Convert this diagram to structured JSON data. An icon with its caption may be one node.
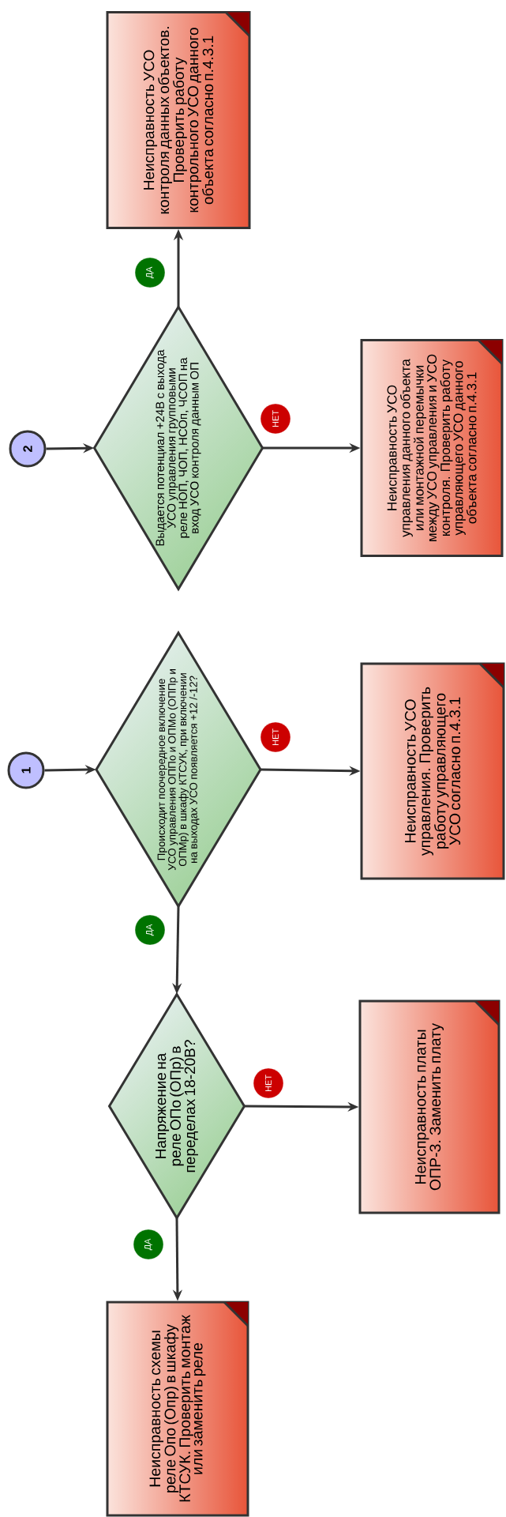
{
  "diagram": {
    "nodes": [
      {
        "text": [
          "2"
        ]
      },
      {
        "text": [
          "Выдается потенциал +24В с выхода УСО управления групповыми реле НОП, ЧОП, НСОп, ЧСОП на вход УСО контроля данным ОП"
        ]
      },
      {
        "text": [
          "Неисправность УСО контроля данных объектов. Проверить работу контрольного УСО данного объекта согласно п.4.3.1"
        ]
      },
      {
        "text": [
          "Неисправность УСО управления данного объекта или монтажной перемычки между УСО управления и УСО контроля. Проверить работу управляющего УСО данного объекта согласно п.4.3.1"
        ]
      },
      {
        "text": [
          "1"
        ]
      },
      {
        "text": [
          "Происходит поочередное включение УСО управления ОППо и ОПМо (ОППр и ОПМр) в шкафу КТСУК, при включении на выходах УСО появляется +12 /-12?"
        ]
      },
      {
        "text": [
          "Неисправность УСО управления. Проверить работу управляющего УСО согласно п.4.3.1"
        ]
      },
      {
        "text": [
          "Напряжение на реле ОПо (ОПр) в переделах 18-20В?"
        ]
      },
      {
        "text": [
          "Неисправность платы ОПР-3. Заменить плату"
        ]
      },
      {
        "text": [
          "Неисправность схемы реле Опо (Опр) в шкафу КТСУК. Проверить монтаж или заменить реле"
        ]
      }
    ],
    "edges": [
      {
        "from": 0,
        "to": 1,
        "arrow": "to"
      },
      {
        "from": 1,
        "to": 2,
        "arrow": "to",
        "label": "ДА"
      },
      {
        "from": 1,
        "to": 3,
        "arrow": "to",
        "label": "НЕТ"
      },
      {
        "from": 4,
        "to": 5,
        "arrow": "to"
      },
      {
        "from": 5,
        "to": 6,
        "arrow": "to",
        "label": "НЕТ"
      },
      {
        "from": 5,
        "to": 7,
        "arrow": "to",
        "label": "ДА"
      },
      {
        "from": 7,
        "to": 8,
        "arrow": "to",
        "label": "НЕТ"
      },
      {
        "from": 7,
        "to": 9,
        "arrow": "to",
        "label": "ДА"
      }
    ]
  }
}
